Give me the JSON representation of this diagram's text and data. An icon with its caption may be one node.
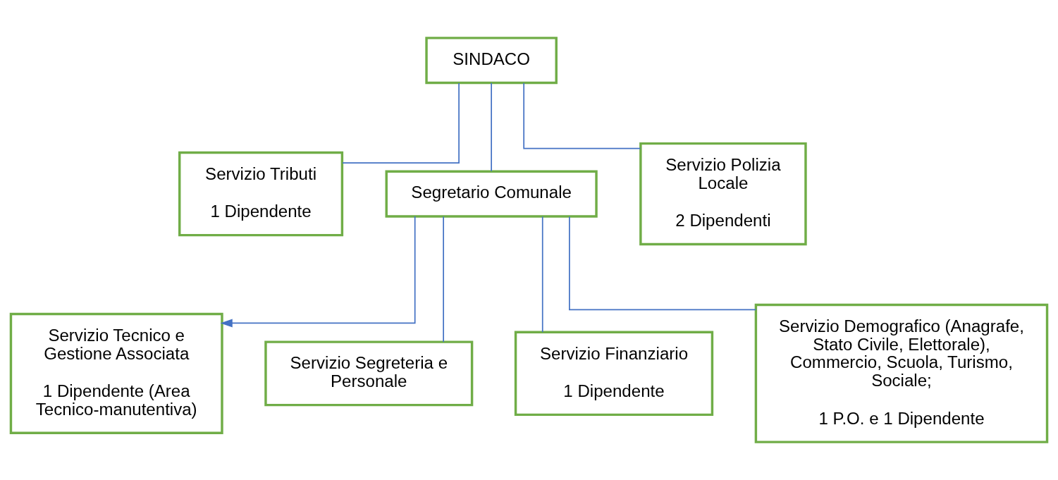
{
  "diagram": {
    "nodes": [
      {
        "text": [
          "SINDACO"
        ]
      },
      {
        "text": [
          "Servizio Tributi",
          "1 Dipendente"
        ]
      },
      {
        "text": [
          "Segretario Comunale"
        ]
      },
      {
        "text": [
          "Servizio Polizia Locale",
          "2 Dipendenti"
        ]
      },
      {
        "text": [
          "Servizio Tecnico e Gestione Associata",
          "1 Dipendente (Area Tecnico-manutentiva)"
        ]
      },
      {
        "text": [
          "Servizio Segreteria e Personale"
        ]
      },
      {
        "text": [
          "Servizio Finanziario",
          "1 Dipendente"
        ]
      },
      {
        "text": [
          "Servizio Demografico (Anagrafe, Stato Civile, Elettorale), Commercio, Scuola, Turismo, Sociale;",
          "1 P.O. e 1 Dipendente"
        ]
      }
    ],
    "edges": [
      {
        "from": 0,
        "to": 1,
        "arrow": "none"
      },
      {
        "from": 0,
        "to": 2,
        "arrow": "none"
      },
      {
        "from": 0,
        "to": 3,
        "arrow": "none"
      },
      {
        "from": 2,
        "to": 4,
        "arrow": "to"
      },
      {
        "from": 2,
        "to": 5,
        "arrow": "none"
      },
      {
        "from": 2,
        "to": 6,
        "arrow": "none"
      },
      {
        "from": 2,
        "to": 7,
        "arrow": "none"
      }
    ]
  }
}
